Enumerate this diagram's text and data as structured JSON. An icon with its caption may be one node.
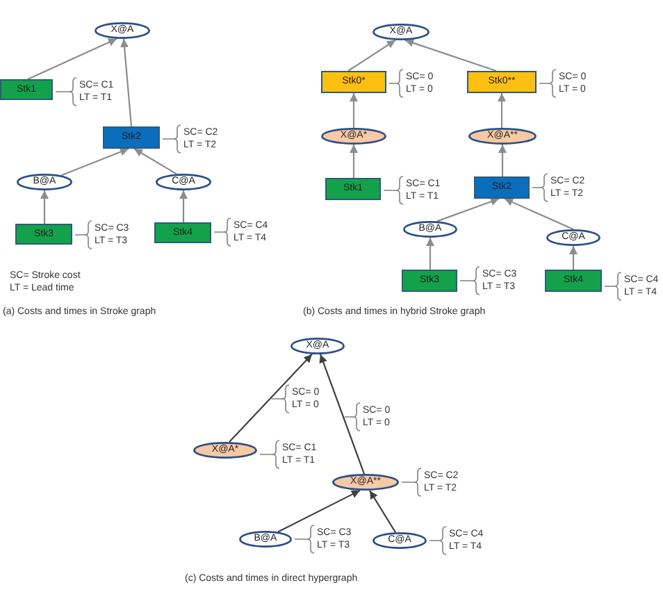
{
  "diagram": {
    "nodes": [
      {
        "text": [
          "X@A"
        ]
      },
      {
        "text": [
          "Stk1"
        ],
        "beside": [
          "SC= C1 LT = T1"
        ]
      },
      {
        "text": [
          "Stk2"
        ],
        "beside": [
          "SC= C2 LT = T2"
        ]
      },
      {
        "text": [
          "B@A"
        ]
      },
      {
        "text": [
          "C@A"
        ]
      },
      {
        "text": [
          "Stk3"
        ],
        "beside": [
          "SC= C3 LT = T3"
        ]
      },
      {
        "text": [
          "Stk4"
        ],
        "beside": [
          "SC= C4 LT = T4"
        ]
      },
      {
        "text": [
          "X@A"
        ]
      },
      {
        "text": [
          "Stk0*"
        ],
        "beside": [
          "SC= 0 LT = 0"
        ]
      },
      {
        "text": [
          "Stk0**"
        ],
        "beside": [
          "SC= 0 LT = 0"
        ]
      },
      {
        "text": [
          "X@A*"
        ]
      },
      {
        "text": [
          "X@A**"
        ]
      },
      {
        "text": [
          "Stk1"
        ],
        "beside": [
          "SC= C1 LT = T1"
        ]
      },
      {
        "text": [
          "Stk2"
        ],
        "beside": [
          "SC= C2 LT = T2"
        ]
      },
      {
        "text": [
          "B@A"
        ]
      },
      {
        "text": [
          "C@A"
        ]
      },
      {
        "text": [
          "Stk3"
        ],
        "beside": [
          "SC= C3 LT = T3"
        ]
      },
      {
        "text": [
          "Stk4"
        ],
        "beside": [
          "SC= C4 LT = T4"
        ]
      },
      {
        "text": [
          "X@A"
        ]
      },
      {
        "text": [
          "X@A*"
        ],
        "beside": [
          "SC= C1 LT = T1"
        ]
      },
      {
        "text": [
          "X@A**"
        ],
        "beside": [
          "SC= C2 LT = T2"
        ]
      },
      {
        "text": [
          "B@A"
        ],
        "beside": [
          "SC= C3 LT = T3"
        ]
      },
      {
        "text": [
          "C@A"
        ],
        "beside": [
          "SC= C4 LT = T4"
        ]
      }
    ],
    "edges": [
      {
        "from": 1,
        "to": 0,
        "arrow": "to"
      },
      {
        "from": 2,
        "to": 0,
        "arrow": "to"
      },
      {
        "from": 3,
        "to": 2,
        "arrow": "to"
      },
      {
        "from": 4,
        "to": 2,
        "arrow": "to"
      },
      {
        "from": 5,
        "to": 3,
        "arrow": "to"
      },
      {
        "from": 6,
        "to": 4,
        "arrow": "to"
      },
      {
        "from": 8,
        "to": 7,
        "arrow": "to"
      },
      {
        "from": 9,
        "to": 7,
        "arrow": "to"
      },
      {
        "from": 10,
        "to": 8,
        "arrow": "to"
      },
      {
        "from": 11,
        "to": 9,
        "arrow": "to"
      },
      {
        "from": 12,
        "to": 10,
        "arrow": "to"
      },
      {
        "from": 13,
        "to": 11,
        "arrow": "to"
      },
      {
        "from": 14,
        "to": 13,
        "arrow": "to"
      },
      {
        "from": 15,
        "to": 13,
        "arrow": "to"
      },
      {
        "from": 16,
        "to": 14,
        "arrow": "to"
      },
      {
        "from": 17,
        "to": 15,
        "arrow": "to"
      },
      {
        "from": 19,
        "to": 18,
        "arrow": "to",
        "label": "SC= 0 LT = 0",
        "color": "#404040"
      },
      {
        "from": 20,
        "to": 18,
        "arrow": "to",
        "label": "SC= 0 LT = 0",
        "color": "#404040"
      },
      {
        "from": 21,
        "to": 20,
        "arrow": "to",
        "color": "#404040"
      },
      {
        "from": 22,
        "to": 20,
        "arrow": "to",
        "color": "#404040"
      }
    ],
    "labels": [
      "SC= Stroke cost",
      "LT = Lead time",
      "(a) Costs and times in Stroke graph",
      "(b) Costs and times in hybrid Stroke graph",
      "(c) Costs and times in direct hypergraph"
    ]
  }
}
